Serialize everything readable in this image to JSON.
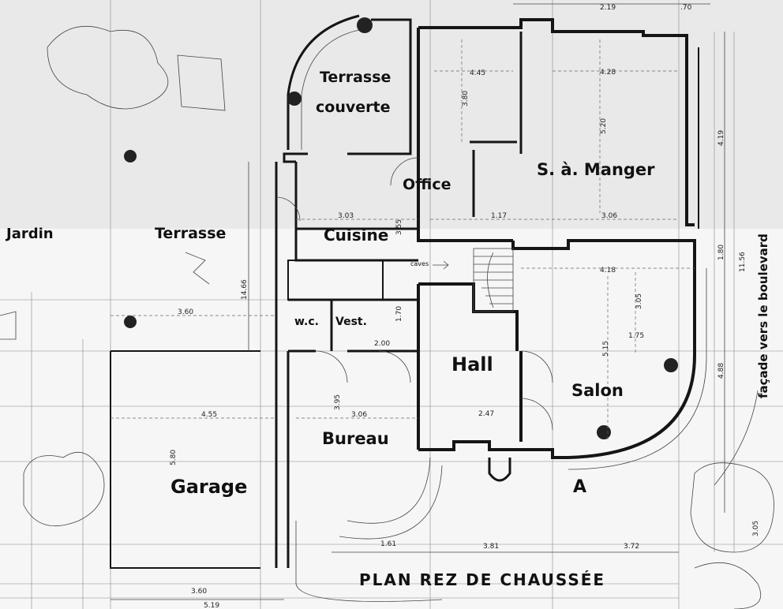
{
  "title": "PLAN REZ DE CHAUSSÉE",
  "rooms": {
    "terrasse_couverte_1": "Terrasse",
    "terrasse_couverte_2": "couverte",
    "office": "Office",
    "salle_a_manger": "S. à. Manger",
    "jardin": "Jardin",
    "terrasse": "Terrasse",
    "cuisine": "Cuisine",
    "wc": "w.c.",
    "vestiaire": "Vest.",
    "hall": "Hall",
    "salon": "Salon",
    "bureau": "Bureau",
    "garage": "Garage"
  },
  "facade_note": "façade vers le boulevard",
  "section_mark": "A",
  "annotations": {
    "caves": "caves"
  },
  "dimensions": {
    "top_219": "2.19",
    "top_70": ".70",
    "d_445": "4.45",
    "d_428": "4.28",
    "d_380": "3.80",
    "d_520": "5.20",
    "d_419": "4.19",
    "d_1156": "11.56",
    "d_303": "3.03",
    "d_117": "1.17",
    "d_306": "3.06",
    "d_355": "3.55",
    "d_418": "4.18",
    "d_305": "3.05",
    "d_1466": "14.66",
    "d_360": "3.60",
    "d_175": "1.75",
    "d_180": "1.80",
    "d_395": "3.95",
    "d_306b": "3.06",
    "d_455": "4.55",
    "d_515": "5.15",
    "d_488": "4.88",
    "d_247": "2.47",
    "d_580": "5.80",
    "d_381": "3.81",
    "d_372": "3.72",
    "d_161": "1.61",
    "d_360b": "3.60",
    "d_519": "5.19",
    "d_305b": "3.05",
    "d_200": "2.00",
    "d_170": "1.70"
  },
  "colors": {
    "paper": "#f3f3f3",
    "ink": "#151515"
  },
  "icons": [
    "round-pillar-icon",
    "stair-flight-icon",
    "tree-sketch-icon",
    "cross-mark-icon"
  ]
}
